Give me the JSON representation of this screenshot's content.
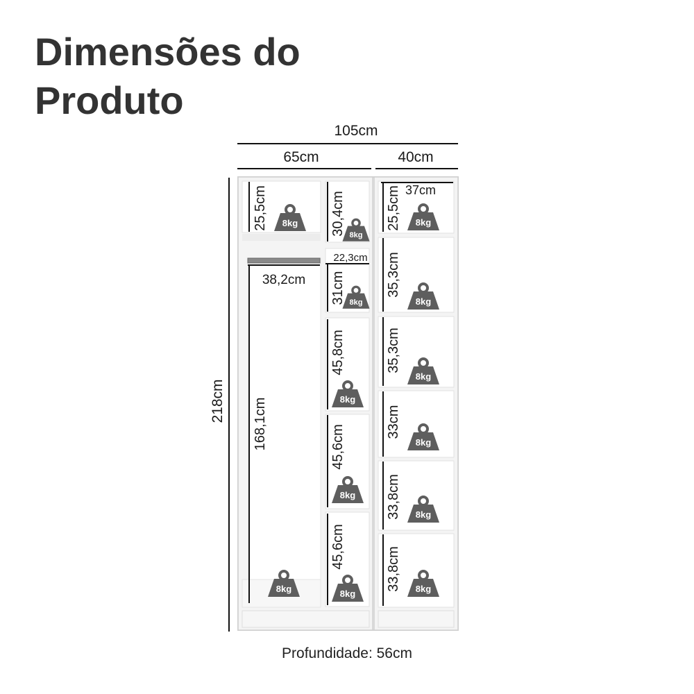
{
  "title": {
    "line1": "Dimensões do",
    "line2": "Produto"
  },
  "dimensions": {
    "total_width": "105cm",
    "left_width": "65cm",
    "right_width": "40cm",
    "total_height": "218cm",
    "depth": "Profundidade: 56cm"
  },
  "inner": {
    "top_left_height": "25,5cm",
    "hanging_height": "168,1cm",
    "rod_width": "38,2cm",
    "middle_col_width": "22,3cm",
    "middle_col": [
      "30,4cm",
      "31cm",
      "45,8cm",
      "45,6cm",
      "45,6cm"
    ],
    "right_col_width": "37cm",
    "right_col": [
      "25,5cm",
      "35,3cm",
      "35,3cm",
      "33cm",
      "33,8cm",
      "33,8cm"
    ]
  },
  "load_label": "8kg",
  "colors": {
    "panel": "#f1f1f1",
    "edge": "#d9d9d9",
    "weight_icon": "#5e5e5e",
    "line": "#111111"
  }
}
